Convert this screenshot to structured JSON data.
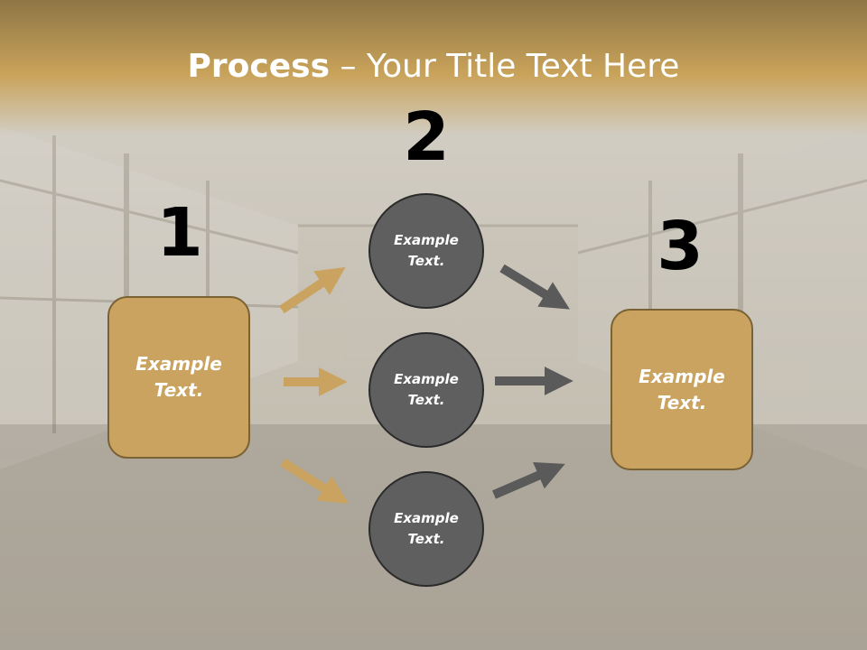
{
  "slide": {
    "title_bold": "Process",
    "title_rest": " – Your Title Text Here"
  },
  "steps": {
    "one": {
      "number": "1",
      "label": "Example\nText."
    },
    "two": {
      "number": "2",
      "circles": [
        {
          "label": "Example\nText."
        },
        {
          "label": "Example\nText."
        },
        {
          "label": "Example\nText."
        }
      ]
    },
    "three": {
      "number": "3",
      "label": "Example\nText."
    }
  },
  "colors": {
    "header_band": "#c9a35a",
    "box_fill": "#c9a35f",
    "circle_fill": "#5f5f5f",
    "gold_arrow": "#c9a35f",
    "gray_arrow": "#5a5a5a"
  }
}
